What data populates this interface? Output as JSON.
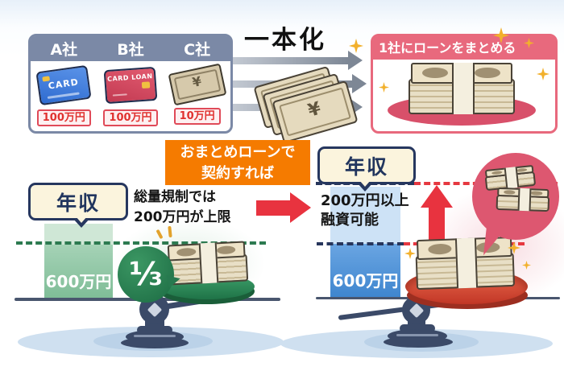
{
  "panel_companies": {
    "items": [
      {
        "company": "A社",
        "card_text": "CARD",
        "amount": "100万円"
      },
      {
        "company": "B社",
        "card_text": "CARD LOAN",
        "amount": "100万円"
      },
      {
        "company": "C社",
        "card_text": "¥",
        "amount": "10万円"
      }
    ]
  },
  "consolidation_label": "一本化",
  "money_symbol": "¥",
  "panel_result": {
    "title": "1社にローンをまとめる"
  },
  "callout_orange": {
    "line1": "おまとめローンで",
    "line2": "契約すれば"
  },
  "left_scale": {
    "income_badge": "年収",
    "note_line1": "総量規制では",
    "note_line2": "200万円が上限",
    "bar_label": "600万円",
    "fraction_label": "⅓"
  },
  "right_scale": {
    "income_badge": "年収",
    "note_line1": "200万円以上",
    "note_line2": "融資可能",
    "bar_label": "600万円"
  },
  "colors": {
    "orange": "#f57b00",
    "pink": "#e8697d",
    "red": "#e8333f",
    "navy": "#26375f",
    "slate": "#7b89a6",
    "green": "#2c7a50",
    "blue_bar": "#4a90d9",
    "cream": "#fbf4dd"
  }
}
